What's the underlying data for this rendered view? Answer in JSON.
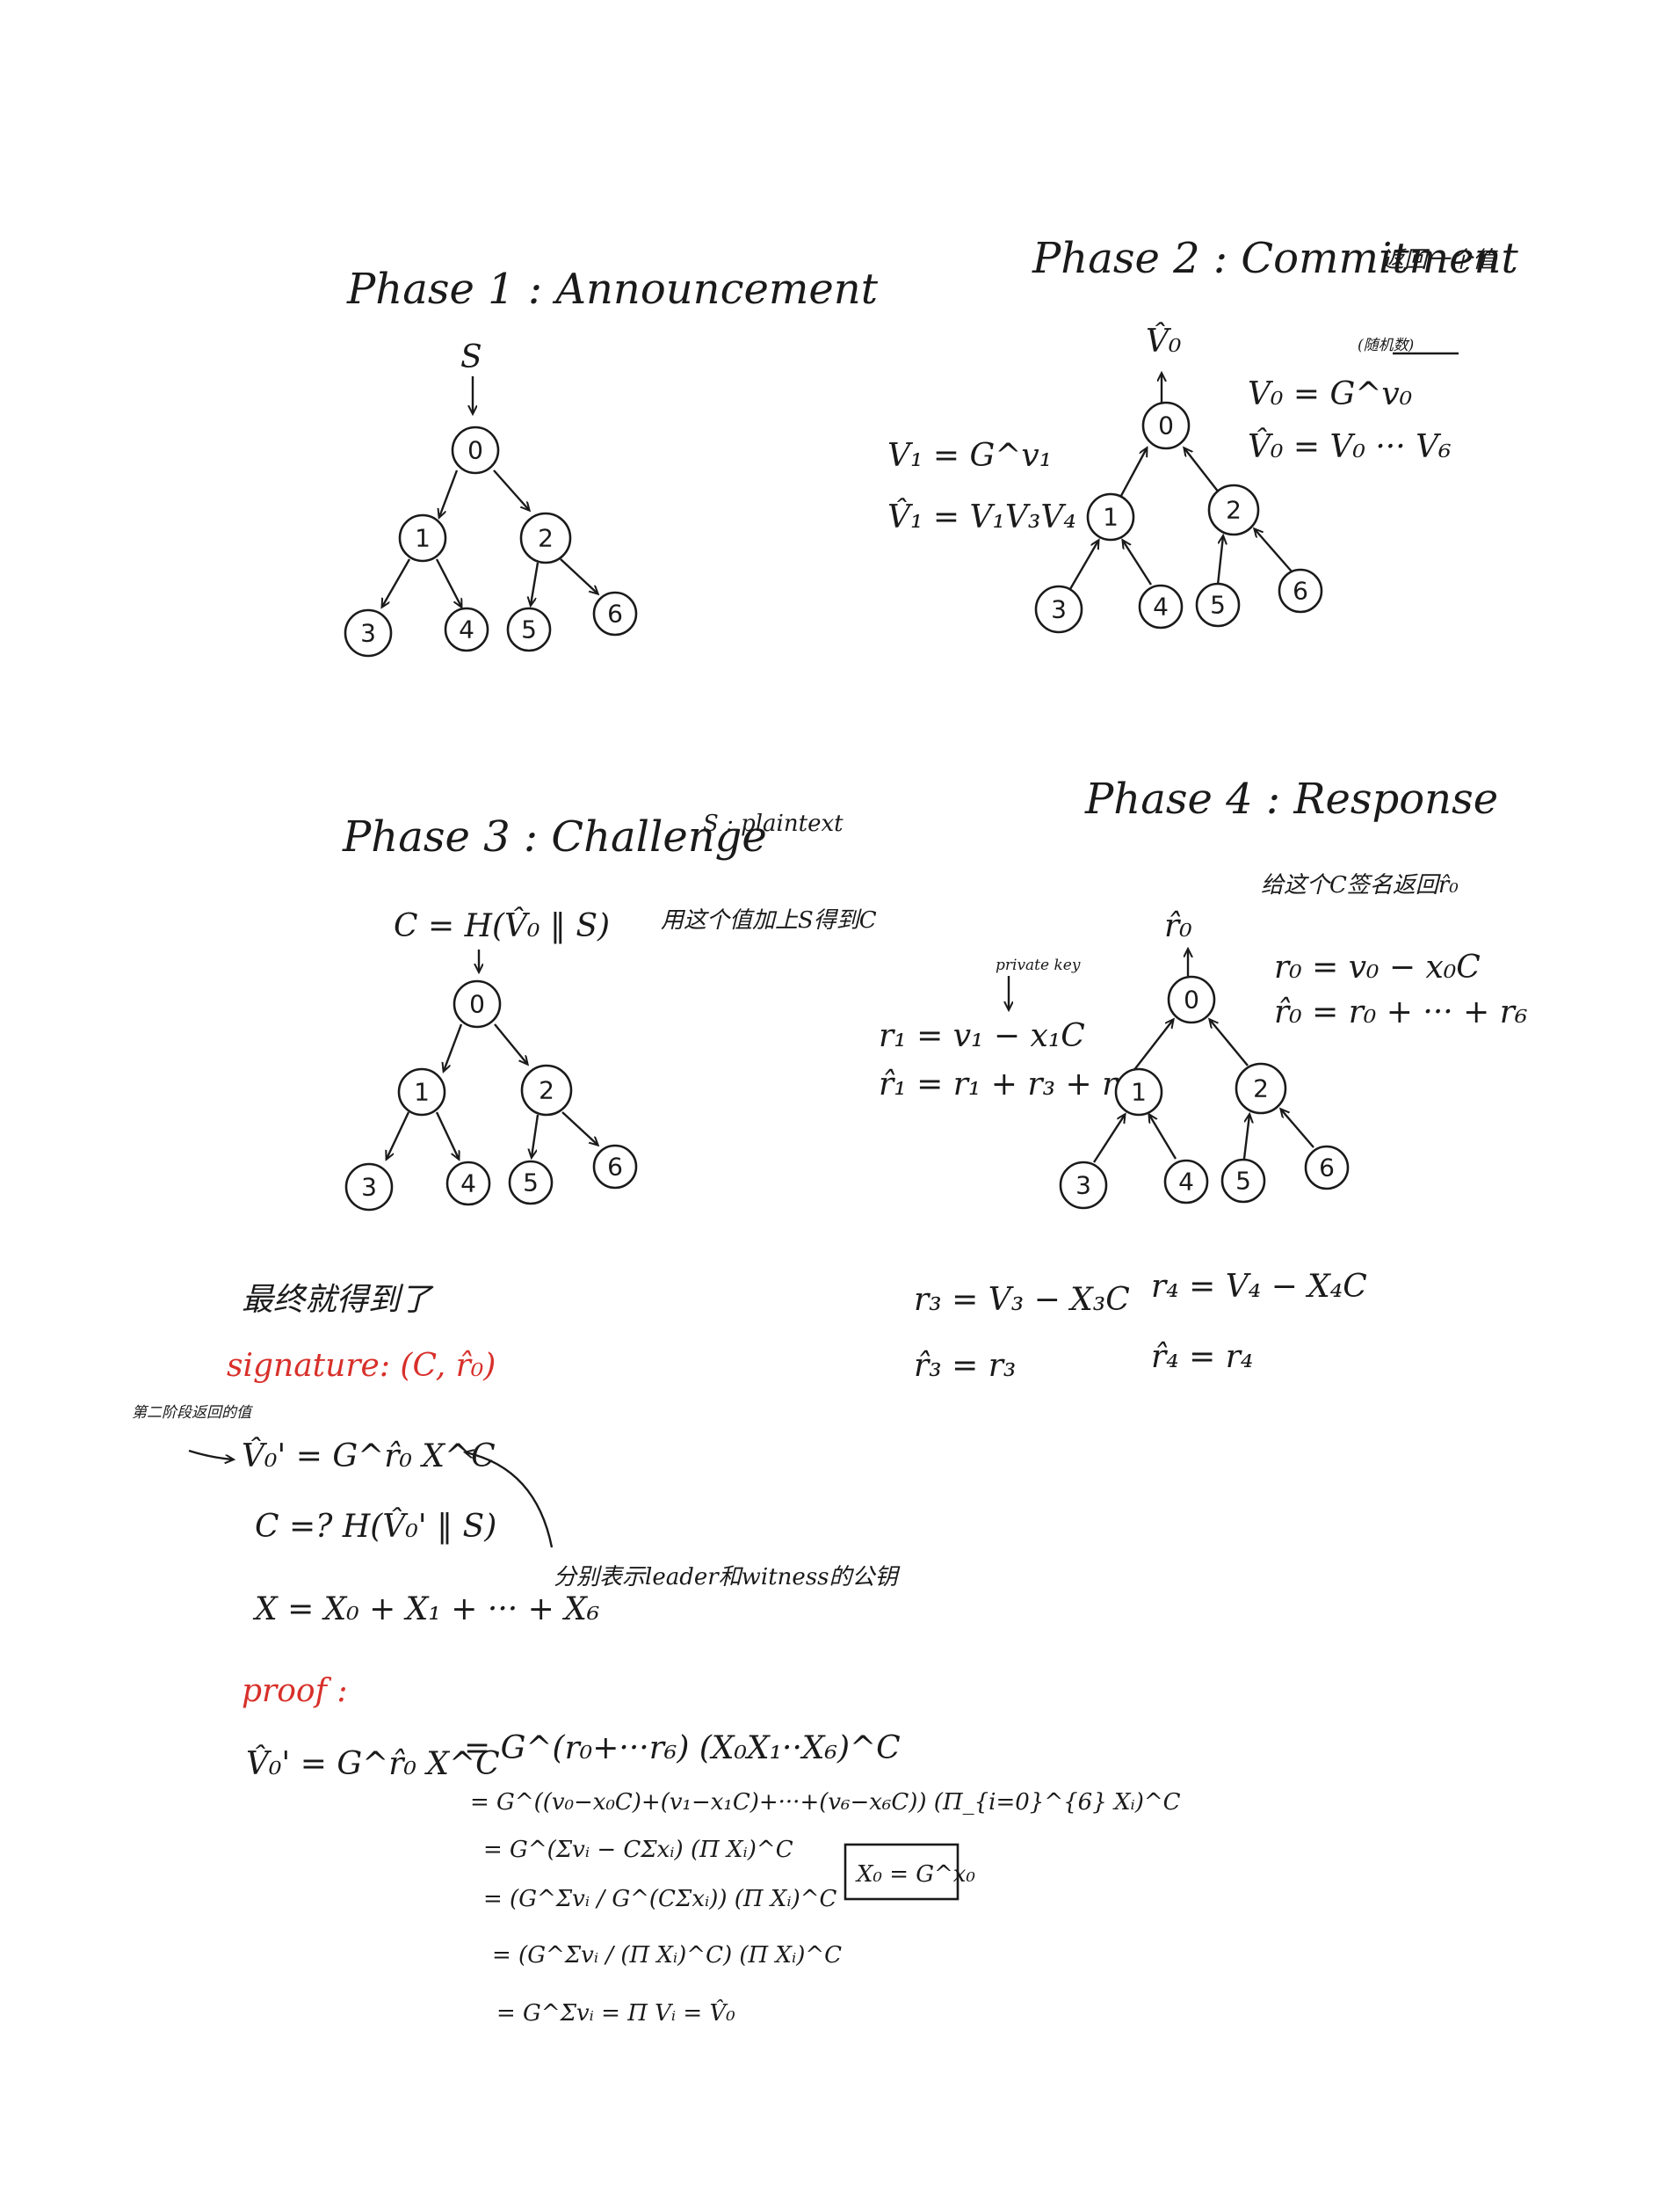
{
  "phase1": {
    "title": "Phase 1 : Announcement",
    "input_label": "S",
    "tree": {
      "nodes": [
        "0",
        "1",
        "2",
        "3",
        "4",
        "5",
        "6"
      ]
    }
  },
  "phase2": {
    "title": "Phase 2 : Commitment",
    "note_cn": "返回一个值",
    "top_label": "V̂₀",
    "random_note": "(随机数)",
    "eq_v0": "V₀ = G^v₀",
    "eq_v0hat": "V̂₀ = V₀ ··· V₆",
    "eq_v1": "V₁ = G^v₁",
    "eq_v1hat": "V̂₁ = V₁V₃V₄",
    "tree": {
      "nodes": [
        "0",
        "1",
        "2",
        "3",
        "4",
        "5",
        "6"
      ]
    }
  },
  "phase3": {
    "title": "Phase 3 : Challenge",
    "s_note": "S : plaintext",
    "challenge_eq": "C = H(V̂₀ ‖ S)",
    "note_cn": "用这个值加上S得到C",
    "tree": {
      "nodes": [
        "0",
        "1",
        "2",
        "3",
        "4",
        "5",
        "6"
      ]
    }
  },
  "phase4": {
    "title": "Phase 4 : Response",
    "note_cn": "给这个C签名返回r̂₀",
    "top_label": "r̂₀",
    "private_key_note": "private key",
    "eq_r0": "r₀ = v₀ − x₀C",
    "eq_r0hat": "r̂₀ = r₀ + ··· + r₆",
    "eq_r1": "r₁ = v₁ − x₁C",
    "eq_r1hat": "r̂₁ = r₁ + r₃ + r₄",
    "eq_r3": "r₃ = V₃ − X₃C",
    "eq_r3hat": "r̂₃ = r₃",
    "eq_r4": "r₄ = V₄ − X₄C",
    "eq_r4hat": "r̂₄ = r₄",
    "tree": {
      "nodes": [
        "0",
        "1",
        "2",
        "3",
        "4",
        "5",
        "6"
      ]
    }
  },
  "result": {
    "final_cn": "最终就得到了",
    "signature": "signature: (C, r̂₀)",
    "side_note_cn": "第二阶段返回的值",
    "verify_eq": "V̂₀' = G^r̂₀ X^C",
    "check_eq": "C =? H(V̂₀' ‖ S)",
    "x_eq": "X = X₀ + X₁ + ··· + X₆",
    "x_note_cn": "分别表示leader和witness的公钥"
  },
  "proof": {
    "label": "proof :",
    "line1_lhs": "V̂₀' = G^r̂₀ X^C",
    "line1_rhs": "= G^(r₀+···r₆) (X₀X₁··X₆)^C",
    "line2": "= G^((v₀−x₀C)+(v₁−x₁C)+···+(v₆−x₆C)) (Π_{i=0}^{6} Xᵢ)^C",
    "line3": "= G^(Σvᵢ − CΣxᵢ) (Π Xᵢ)^C",
    "line4": "= (G^Σvᵢ / G^(CΣxᵢ)) (Π Xᵢ)^C",
    "line5": "= (G^Σvᵢ / (Π Xᵢ)^C) (Π Xᵢ)^C",
    "line6": "= G^Σvᵢ = Π Vᵢ = V̂₀",
    "boxed": "X₀ = G^x₀"
  }
}
